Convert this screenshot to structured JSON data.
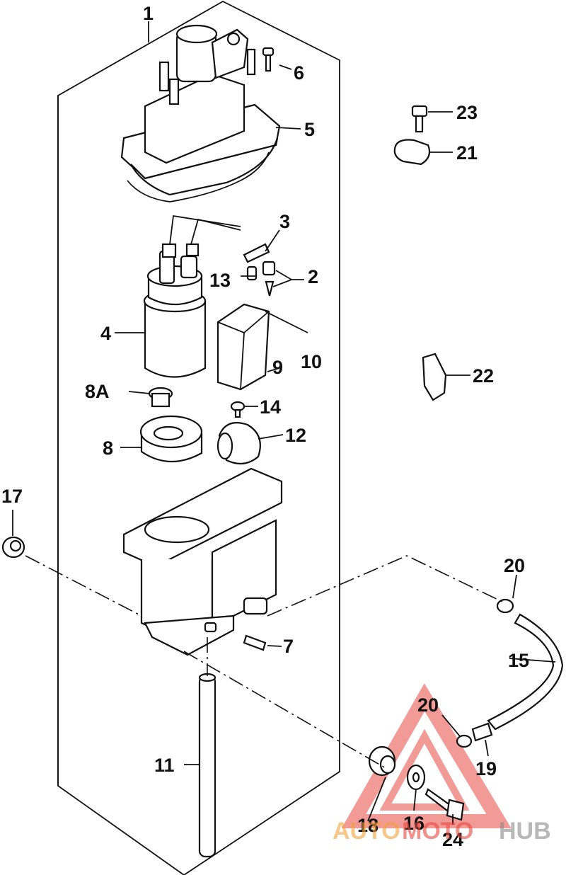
{
  "diagram": {
    "labels": {
      "p1": "1",
      "p2": "2",
      "p3": "3",
      "p4": "4",
      "p5": "5",
      "p6": "6",
      "p7": "7",
      "p8": "8",
      "p8a": "8A",
      "p9": "9",
      "p10": "10",
      "p11": "11",
      "p12": "12",
      "p13": "13",
      "p14": "14",
      "p15": "15",
      "p16": "16",
      "p17": "17",
      "p18": "18",
      "p19": "19",
      "p20a": "20",
      "p20b": "20",
      "p21": "21",
      "p22": "22",
      "p23": "23",
      "p24": "24"
    }
  },
  "watermark": {
    "auto": "AUTO",
    "moto": "MOTO",
    "hub": "HUB",
    "colors": {
      "red": "#e8493f",
      "orange": "#f2a23a",
      "gray": "#8a8a8a"
    }
  }
}
